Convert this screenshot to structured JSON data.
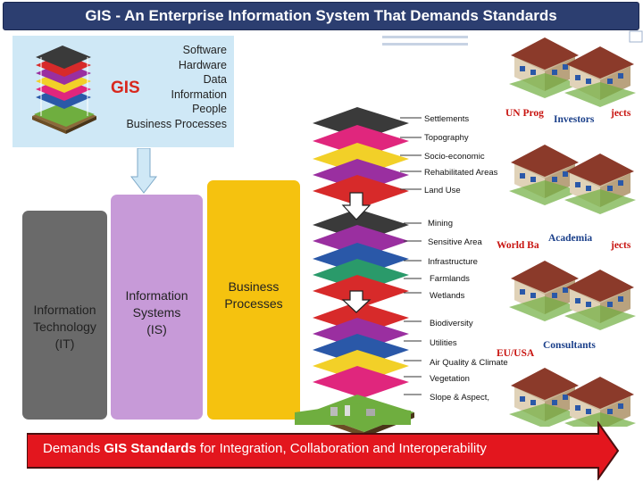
{
  "title": "GIS - An Enterprise Information System That Demands Standards",
  "gis_panel": {
    "label": "GIS",
    "items": [
      "Software",
      "Hardware",
      "Data",
      "Information",
      "People",
      "Business Processes"
    ]
  },
  "pillars": [
    {
      "id": "it",
      "lines": [
        "Information",
        "Technology",
        "(IT)"
      ],
      "color": "#6a6a6a"
    },
    {
      "id": "is",
      "lines": [
        "Information",
        "Systems",
        "(IS)"
      ],
      "color": "#c79ad8"
    },
    {
      "id": "bp",
      "lines": [
        "Business",
        "Processes"
      ],
      "color": "#f5c20f"
    }
  ],
  "layers": [
    "Settlements",
    "Topography",
    "Socio-economic",
    "Rehabilitated Areas",
    "Land Use",
    "Mining",
    "Sensitive Area",
    "Infrastructure",
    "Farmlands",
    "Wetlands",
    "Biodiversity",
    "Utilities",
    "Air Quality & Climate",
    "Vegetation",
    "Slope & Aspect,"
  ],
  "stakeholders": {
    "un": "UN Prog",
    "un_tail": "jects",
    "investors": "Investors",
    "academia": "Academia",
    "world_bank": "World Ba",
    "world_bank_tail": "jects",
    "eu_usa": "EU/USA",
    "consultants": "Consultants"
  },
  "footer": {
    "before": "Demands ",
    "bold": "GIS Standards",
    "after": " for Integration, Collaboration and Interoperability"
  },
  "colors": {
    "title_bg": "#2c3e70",
    "gis_panel_bg": "#cfe8f6",
    "footer_arrow": "#e3161e",
    "gis_label": "#d8281e",
    "stakeholder_red": "#c81410",
    "stakeholder_blue": "#1a3f8a"
  }
}
